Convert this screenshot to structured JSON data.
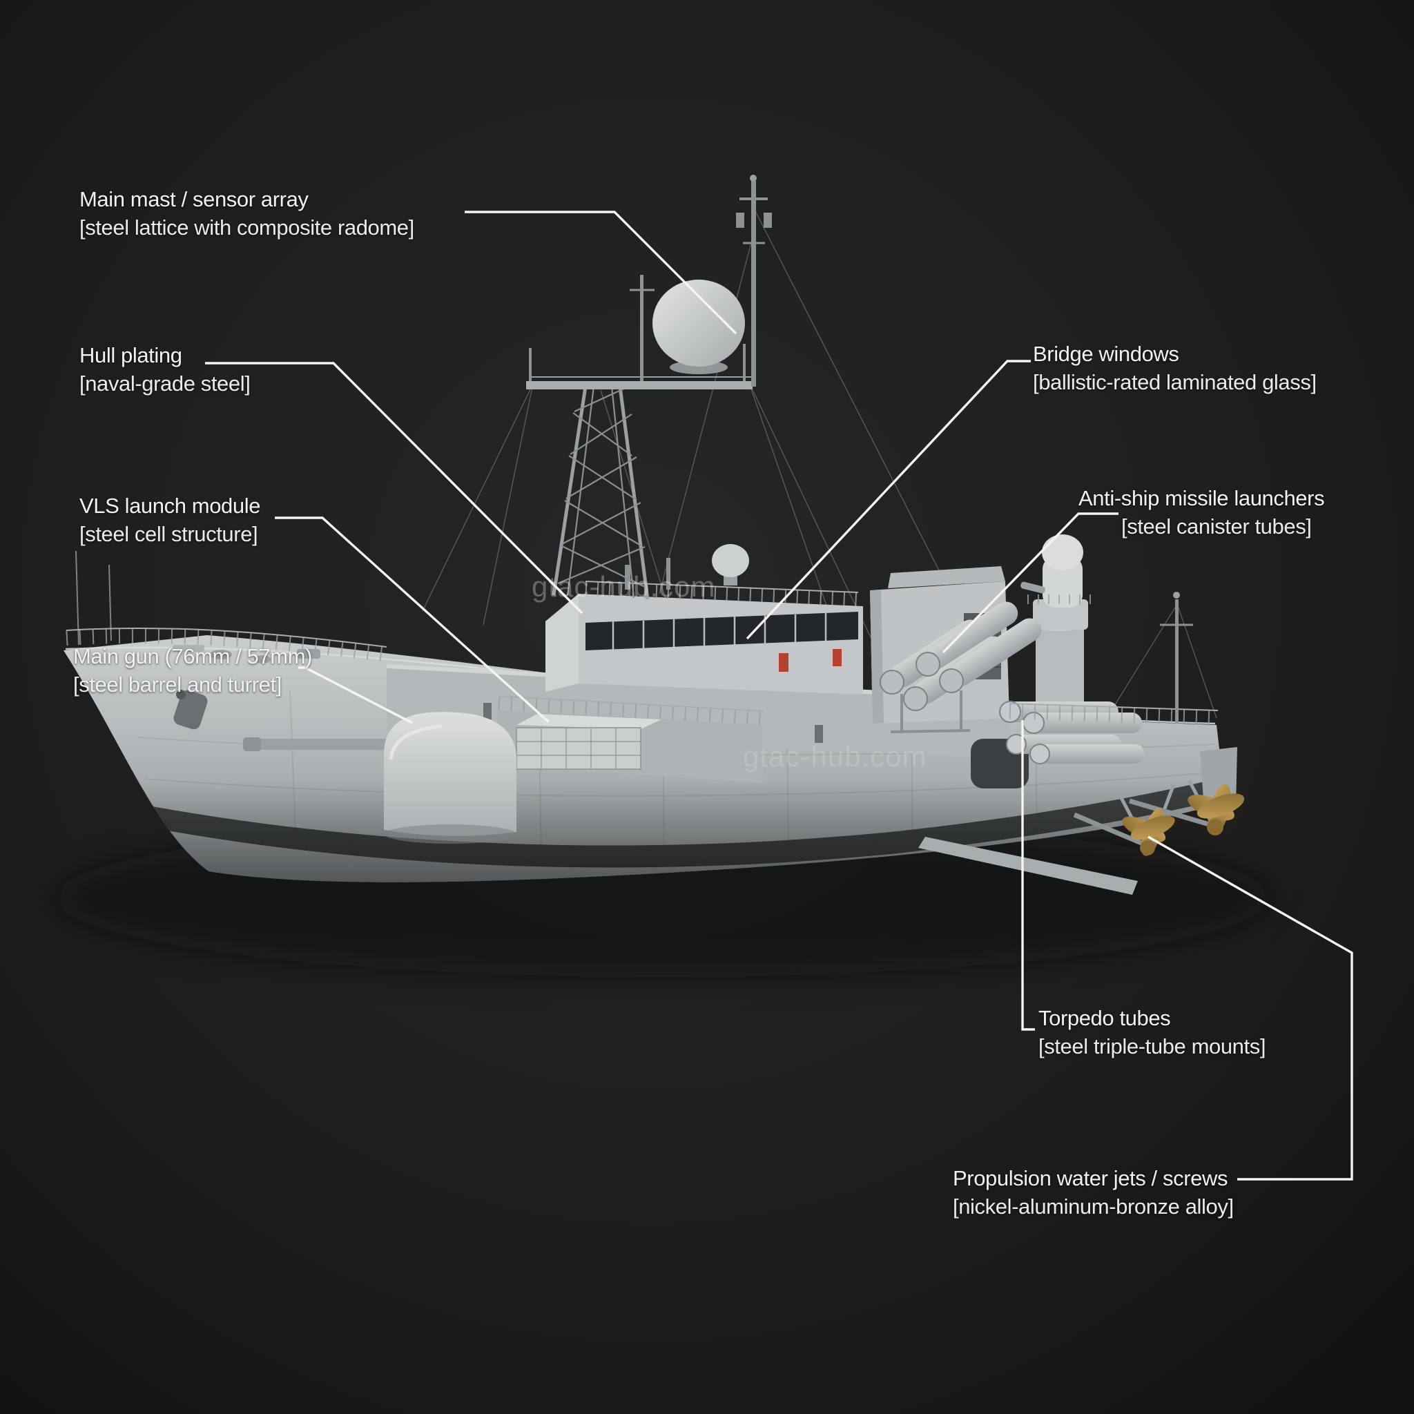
{
  "watermark": {
    "text": "gtac-hub.com"
  },
  "labels": [
    {
      "id": "main-mast",
      "title": "Main mast / sensor array",
      "spec": "[steel lattice with composite radome]"
    },
    {
      "id": "hull-plating",
      "title": "Hull plating",
      "spec": "[naval-grade steel]"
    },
    {
      "id": "vls-module",
      "title": "VLS launch module",
      "spec": "[steel cell structure]"
    },
    {
      "id": "main-gun",
      "title": "Main gun (76mm / 57mm)",
      "spec": "[steel barrel and turret]"
    },
    {
      "id": "bridge",
      "title": "Bridge windows",
      "spec": "[ballistic-rated laminated glass]"
    },
    {
      "id": "missiles",
      "title": "Anti-ship missile launchers",
      "spec": "[steel canister tubes]"
    },
    {
      "id": "torpedoes",
      "title": "Torpedo tubes",
      "spec": "[steel triple-tube mounts]"
    },
    {
      "id": "propulsion",
      "title": "Propulsion water jets / screws",
      "spec": "[nickel-aluminum-bronze alloy]"
    }
  ],
  "colors": {
    "background": "#1e1d1c",
    "label_text": "#f2f2f0",
    "leader_line": "#f4f4f2",
    "hull_gray": "#b9bec0",
    "superstructure_gray": "#c6cacc",
    "boot_stripe": "#34373a",
    "window_glass": "#23272b",
    "propeller_bronze": "#ab8d48",
    "accent_red": "#b5402f"
  }
}
